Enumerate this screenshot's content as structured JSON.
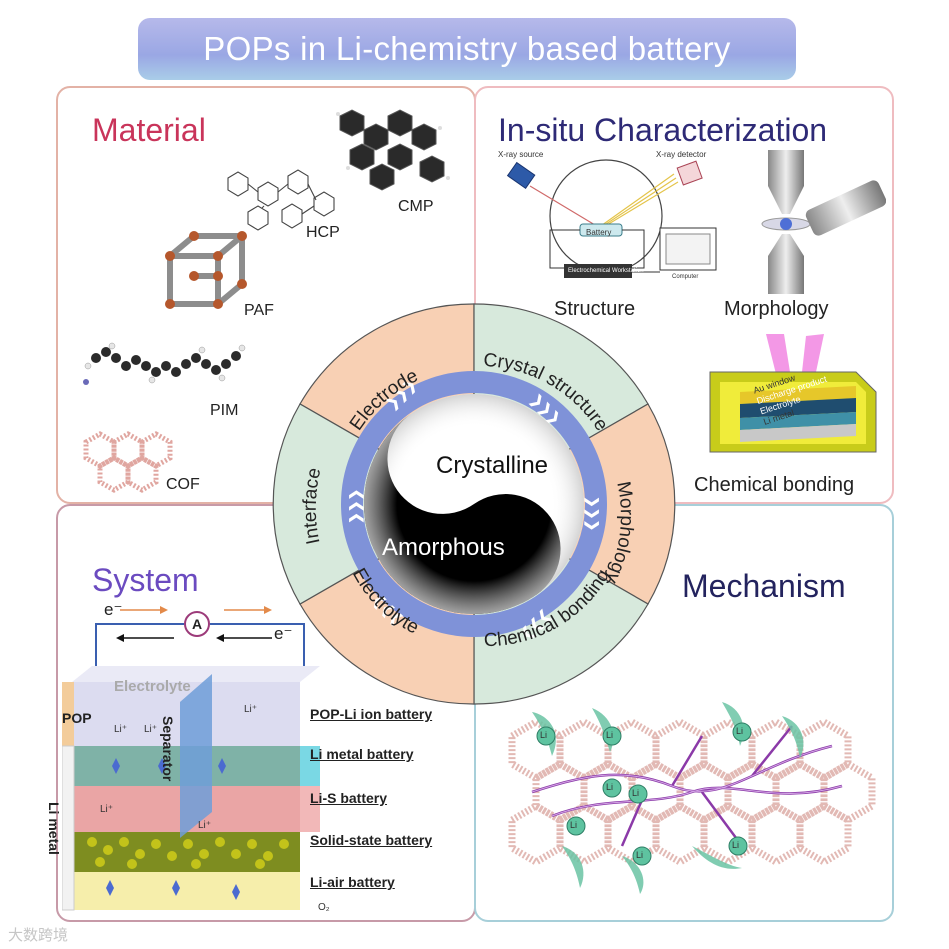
{
  "title": "POPs in Li-chemistry based battery",
  "material": {
    "title": "Material",
    "items": [
      "CMP",
      "HCP",
      "PAF",
      "PIM",
      "COF"
    ]
  },
  "insitu": {
    "title": "In-situ Characterization",
    "xray_source": "X-ray source",
    "xray_detector": "X-ray detector",
    "battery": "Battery",
    "workstation": "Electrochemical Workstation",
    "computer": "Computer",
    "structure": "Structure",
    "morphology": "Morphology",
    "chem_stack": [
      "Au window",
      "Discharge product",
      "Electrolyte",
      "Li metal"
    ],
    "chemical_bonding": "Chemical bonding"
  },
  "wheel": {
    "segments": [
      "Electrode",
      "Crystal structure",
      "Morphology",
      "Chemical bonding",
      "Electrolyte",
      "Interface"
    ],
    "crystalline": "Crystalline",
    "amorphous": "Amorphous"
  },
  "system": {
    "title": "System",
    "e_left": "e⁻",
    "e_right": "e⁻",
    "ammeter": "A",
    "electrolyte": "Electrolyte",
    "separator": "Separator",
    "pop": "POP",
    "li_metal": "Li metal",
    "li_plus": "Li⁺",
    "o2": "O₂",
    "batteries": [
      "POP-Li ion battery",
      "Li metal battery",
      "Li-S battery",
      "Solid-state battery",
      "Li-air battery"
    ]
  },
  "mechanism": {
    "title": "Mechanism",
    "li": "Li"
  },
  "watermark": "大数跨境",
  "colors": {
    "material_title": "#c9345a",
    "insitu_title": "#2e2a76",
    "system_title": "#6b4bc0",
    "mechanism_title": "#23235e",
    "wheel_peach": "#f8d0b4",
    "wheel_green": "#d7e9dc",
    "ring_blue": "#7f92d8"
  }
}
